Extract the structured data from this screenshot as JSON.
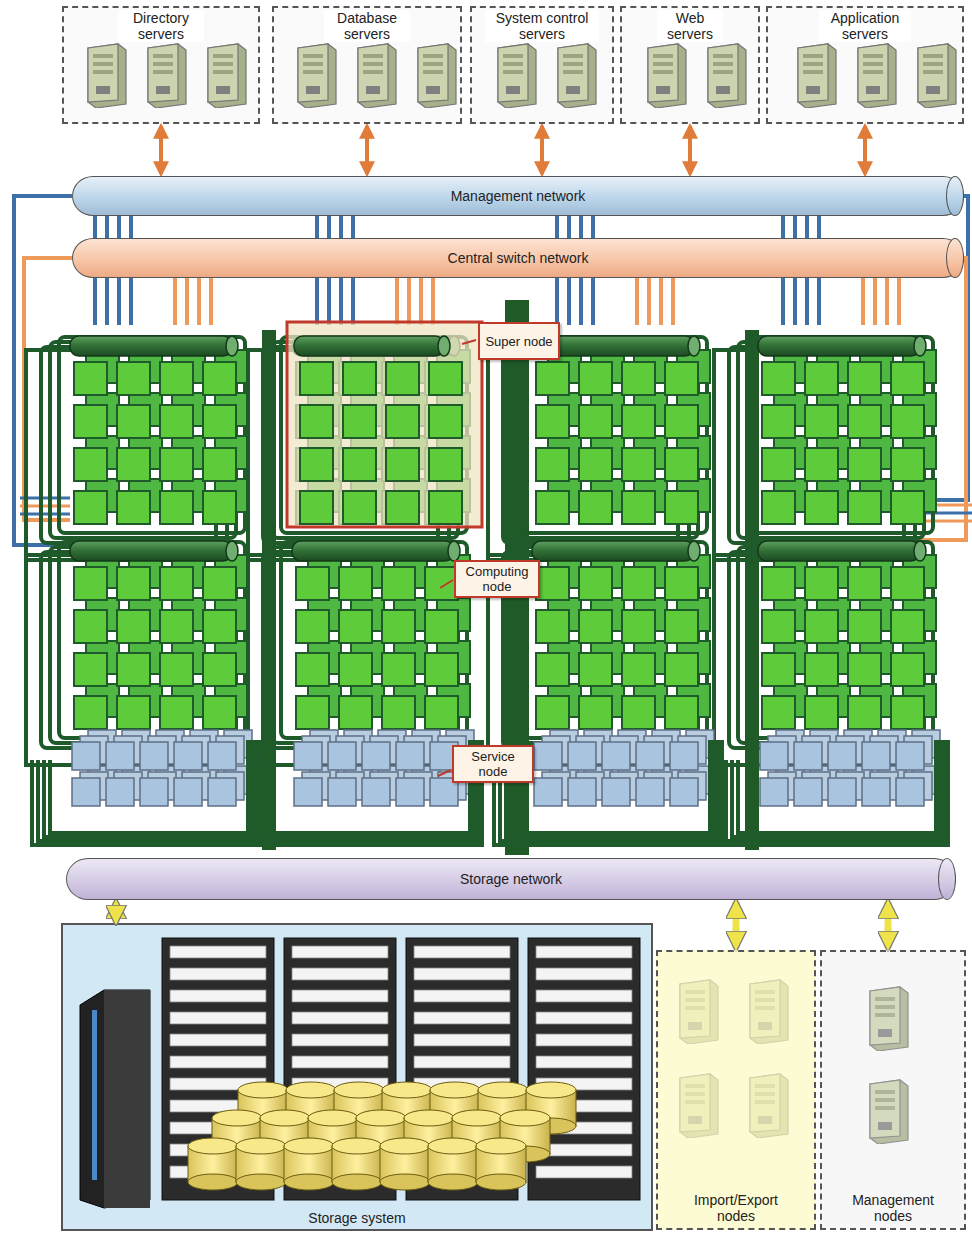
{
  "diagram": {
    "nodes": [
      {
        "text": [
          "Directory servers"
        ]
      },
      {
        "text": [
          "Database servers"
        ]
      },
      {
        "text": [
          "System control servers"
        ]
      },
      {
        "text": [
          "Web servers"
        ]
      },
      {
        "text": [
          "Application servers"
        ]
      },
      {
        "text": [
          "Management network"
        ]
      },
      {
        "text": [
          "Central switch network"
        ]
      },
      {
        "text": [
          "Super node"
        ]
      },
      {
        "text": [
          "Computing node"
        ]
      },
      {
        "text": [
          "Service node"
        ]
      },
      {
        "text": [
          "Storage network"
        ]
      },
      {
        "text": [
          "Storage system"
        ]
      },
      {
        "text": [
          "Import/Export nodes"
        ]
      },
      {
        "text": [
          "Management nodes"
        ]
      }
    ],
    "edges": [
      {
        "from": 0,
        "to": 5,
        "arrow": "both"
      },
      {
        "from": 1,
        "to": 5,
        "arrow": "both"
      },
      {
        "from": 2,
        "to": 5,
        "arrow": "both"
      },
      {
        "from": 3,
        "to": 5,
        "arrow": "both"
      },
      {
        "from": 4,
        "to": 5,
        "arrow": "both"
      },
      {
        "from": 10,
        "to": 11,
        "arrow": "both"
      },
      {
        "from": 10,
        "to": 12,
        "arrow": "both"
      },
      {
        "from": 10,
        "to": 13,
        "arrow": "both"
      }
    ]
  }
}
